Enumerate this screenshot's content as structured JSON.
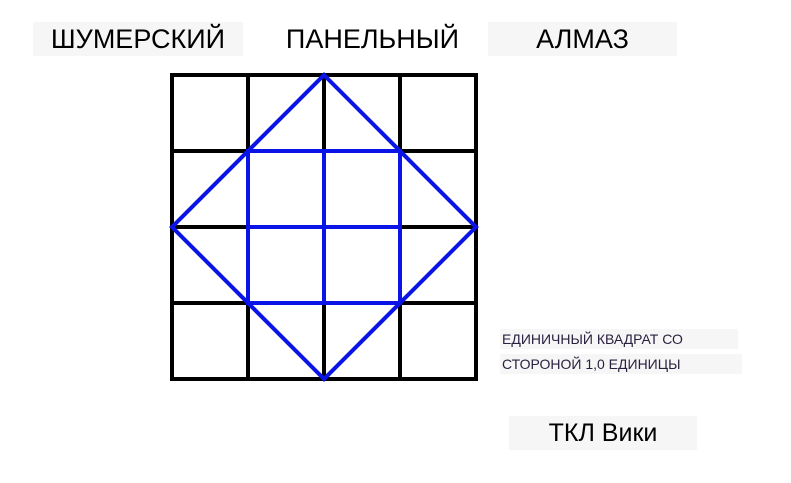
{
  "title": {
    "word1": "ШУМЕРСКИЙ",
    "word2": "ПАНЕЛЬНЫЙ",
    "word3": "АЛМАЗ"
  },
  "note": {
    "line1": "ЕДИНИЧНЫЙ КВАДРАТ СО",
    "line2": "СТОРОНОЙ 1,0 ЕДИНИЦЫ"
  },
  "signature": "ТКЛ Вики",
  "colors": {
    "grid": "#000000",
    "diamond": "#0a14e6"
  },
  "grid": {
    "rows": 4,
    "cols": 4
  }
}
